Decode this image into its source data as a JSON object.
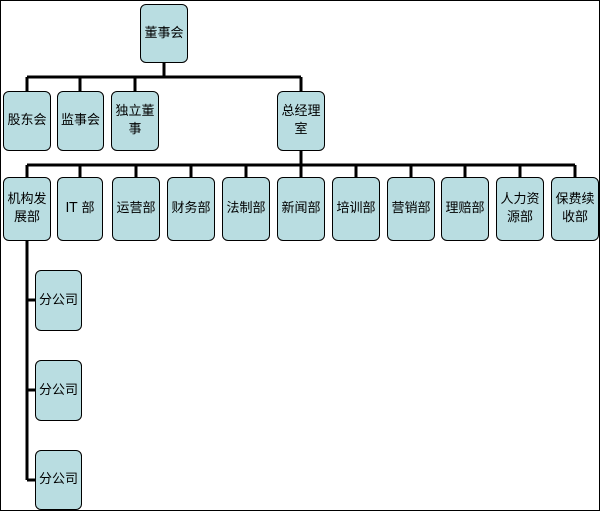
{
  "chart": {
    "board": "董事会",
    "shareholders": "股东会",
    "supervisors": "监事会",
    "independent_directors": "独立董事",
    "general_manager": "总经理室",
    "departments": [
      "机构发展部",
      "IT 部",
      "运营部",
      "财务部",
      "法制部",
      "新闻部",
      "培训部",
      "营销部",
      "理赔部",
      "人力资源部",
      "保费续收部"
    ],
    "branches": [
      "分公司",
      "分公司",
      "分公司"
    ]
  },
  "colors": {
    "node_fill": "#b9dde1",
    "line": "#000000"
  }
}
